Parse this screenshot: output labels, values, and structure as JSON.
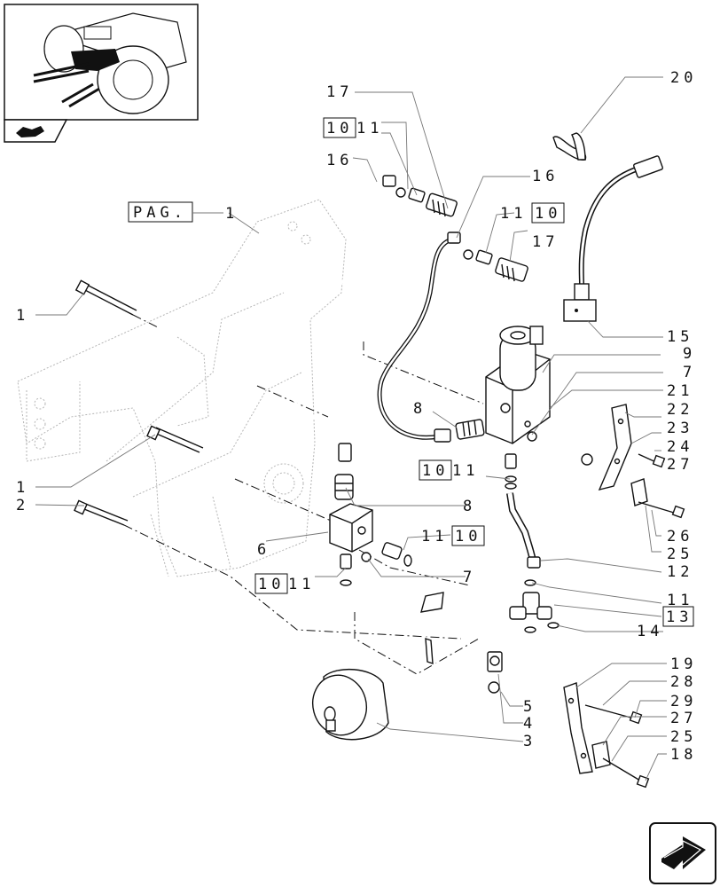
{
  "reference_label": "PAG.",
  "callouts": {
    "c1a": "1",
    "c1b": "1",
    "c1c": "1",
    "c2": "2",
    "c3": "3",
    "c4": "4",
    "c5": "5",
    "c6": "6",
    "c7a": "7",
    "c7b": "7",
    "c8a": "8",
    "c8b": "8",
    "c9": "9",
    "c10a": "10",
    "c10b": "10",
    "c10c": "10",
    "c10d": "10",
    "c10e": "10",
    "c11a": "11",
    "c11b": "11",
    "c11c": "11",
    "c11d": "11",
    "c11e": "11",
    "c11f": "11",
    "c12": "12",
    "c13": "13",
    "c14": "14",
    "c15": "15",
    "c16a": "16",
    "c16b": "16",
    "c17a": "17",
    "c17b": "17",
    "c18": "18",
    "c19": "19",
    "c20": "20",
    "c21": "21",
    "c22": "22",
    "c23": "23",
    "c24": "24",
    "c25a": "25",
    "c25b": "25",
    "c26": "26",
    "c27a": "27",
    "c27b": "27",
    "c28": "28",
    "c29": "29"
  },
  "icons": {
    "thumbnail": "tractor-thumbnail-icon",
    "section": "book-section-icon",
    "next": "next-page-arrow-icon"
  }
}
